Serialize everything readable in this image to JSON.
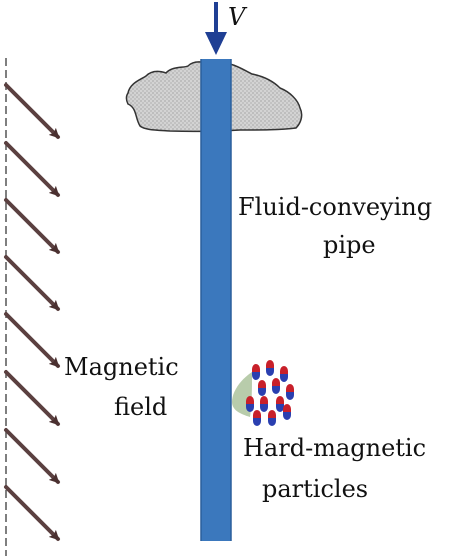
{
  "diagram": {
    "velocity_symbol": "V",
    "pipe_label_line1": "Fluid-conveying",
    "pipe_label_line2": "pipe",
    "field_label_line1": "Magnetic",
    "field_label_line2": "field",
    "particles_label_line1": "Hard-magnetic",
    "particles_label_line2": "particles"
  },
  "colors": {
    "pipe": "#3b78bd",
    "velocity_arrow": "#1f3f94",
    "field_arrow": "#5b4040",
    "particle_red": "#c8202a",
    "particle_blue": "#2a3fb0",
    "shield": "#b8ccab",
    "support_fill": "#d3d3d3",
    "support_stroke": "#333333"
  },
  "icons": {
    "support": "clamped-support-icon",
    "velocity": "down-arrow-icon",
    "field": "diagonal-arrow-icon",
    "particles": "dipole-particle-icon"
  }
}
